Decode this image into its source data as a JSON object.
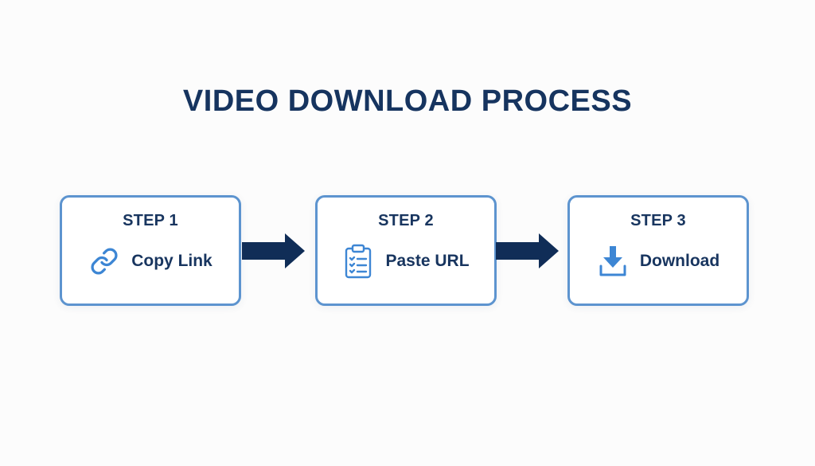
{
  "diagram": {
    "title": "VIDEO DOWNLOAD PROCESS",
    "steps": [
      {
        "label": "STEP 1",
        "text": "Copy Link",
        "icon": "link-icon"
      },
      {
        "label": "STEP 2",
        "text": "Paste URL",
        "icon": "clipboard-icon"
      },
      {
        "label": "STEP 3",
        "text": "Download",
        "icon": "download-icon"
      }
    ],
    "colors": {
      "title": "#16345f",
      "border": "#5d94cf",
      "icon": "#3d86d4",
      "arrow": "#102d57",
      "background": "#fcfcfc"
    }
  }
}
